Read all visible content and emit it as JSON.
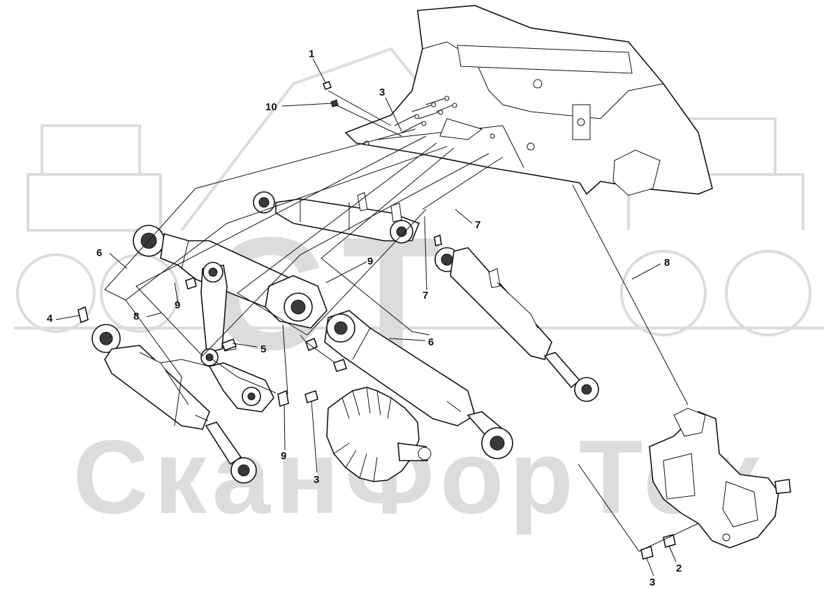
{
  "watermark": {
    "big_letters": "СТ",
    "brand_text": "СканФорТек"
  },
  "callouts": {
    "c1": "1",
    "c2": "2",
    "c3a": "3",
    "c3b": "3",
    "c3c": "3",
    "c4": "4",
    "c5": "5",
    "c6a": "6",
    "c6b": "6",
    "c7a": "7",
    "c7b": "7",
    "c8a": "8",
    "c8b": "8",
    "c9a": "9",
    "c9b": "9",
    "c9c": "9",
    "c10": "10"
  },
  "colors": {
    "line": "#111111",
    "watermark": "#dcdcdc",
    "background": "#ffffff"
  }
}
